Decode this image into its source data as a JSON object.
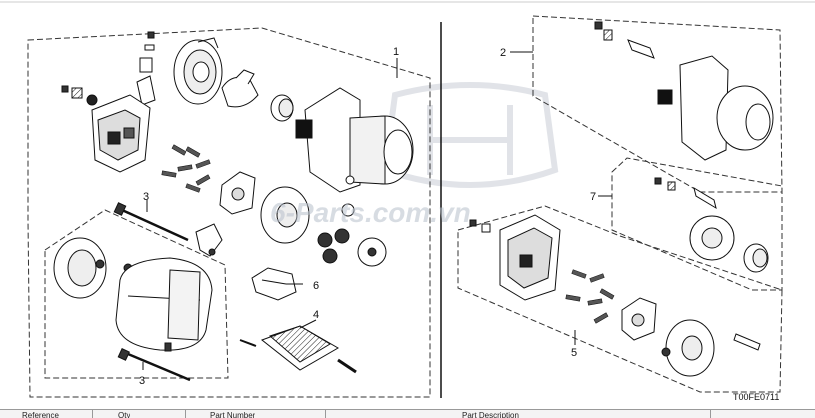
{
  "diagram": {
    "code": "T00FE0711",
    "watermark": "6-Parts.com.vn",
    "callouts": {
      "c1": "1",
      "c2": "2",
      "c3a": "3",
      "c3b": "3",
      "c4": "4",
      "c5": "5",
      "c6": "6",
      "c7": "7"
    }
  },
  "table_header": {
    "col1": "Reference",
    "col2": "Qty",
    "col3": "Part Number",
    "col4": "Part Description"
  }
}
